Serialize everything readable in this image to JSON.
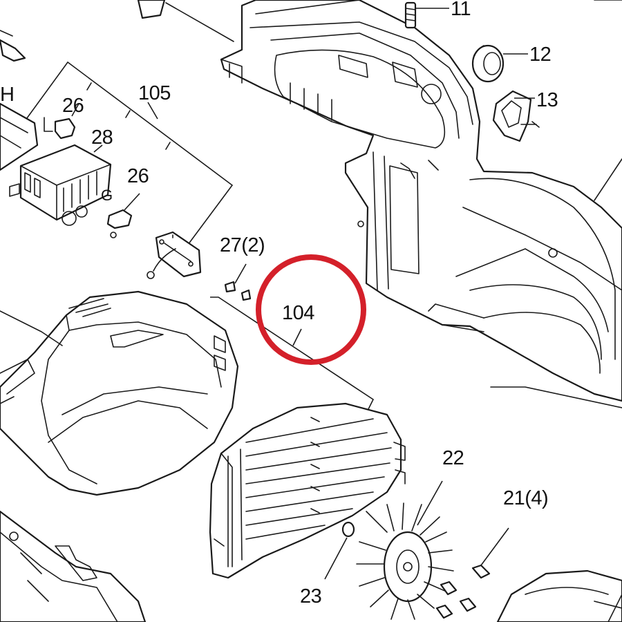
{
  "diagram": {
    "callouts": {
      "c11": "11",
      "c12": "12",
      "c13": "13",
      "c105": "105",
      "c26a": "26",
      "c28": "28",
      "c26b": "26",
      "c27": "27(2)",
      "c104": "104",
      "c22": "22",
      "c21": "21(4)",
      "c23": "23"
    },
    "edge_fragments": {
      "h": "H",
      "g": "G"
    },
    "highlight_color": "#d4202a",
    "line_color": "#1a1a1a"
  }
}
